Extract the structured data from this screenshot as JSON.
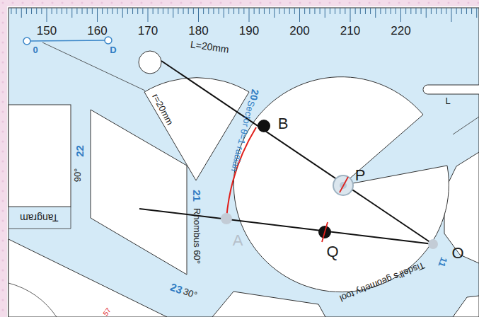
{
  "diagram": {
    "labels": [
      "150",
      "160",
      "170",
      "180",
      "190",
      "200",
      "210",
      "220",
      "0",
      "D",
      "L=20mm",
      "r=20mm",
      "20",
      "Sector θ=1 radian",
      "22",
      "90°",
      "Tangram",
      "21",
      "Rhombus 60°",
      "23",
      "30°",
      "B",
      "P",
      "A",
      "Q",
      "O",
      "11",
      "Tisdell's geometry tool",
      "L",
      "57"
    ]
  }
}
